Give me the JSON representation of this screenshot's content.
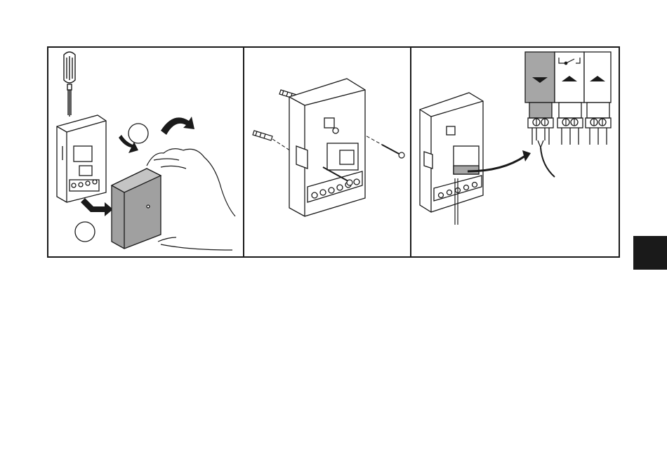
{
  "figure": {
    "panels": [
      {
        "name": "remove-cover",
        "callouts": [
          "",
          ""
        ]
      },
      {
        "name": "mount-base"
      },
      {
        "name": "wire-terminal"
      }
    ]
  },
  "colors": {
    "line": "#1a1a1a",
    "highlight": "#a6a6a6",
    "cover": "#a0a0a0",
    "tab": "#1a1a1a"
  }
}
